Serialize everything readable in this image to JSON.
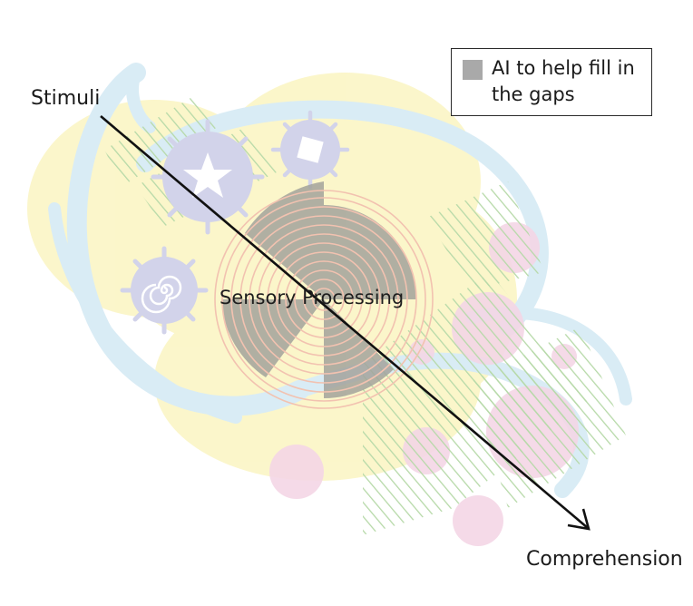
{
  "labels": {
    "start": "Stimuli",
    "end": "Comprehension",
    "center": "Sensory Processing"
  },
  "legend": {
    "text": "AI to help fill in the gaps",
    "swatch_color": "#a9a9a9"
  },
  "colors": {
    "yellow_blob": "#fbf6c8",
    "blue_ribbon": "#d9ecf5",
    "pink_circles": "#f4d6e6",
    "green_hatch": "#b6d9a8",
    "purple_icons": "#d2d3ea",
    "rings": "#f2c2b0",
    "arrow": "#111111"
  },
  "icons": [
    "star-gear-icon",
    "square-gear-icon",
    "spiral-gear-icon"
  ]
}
